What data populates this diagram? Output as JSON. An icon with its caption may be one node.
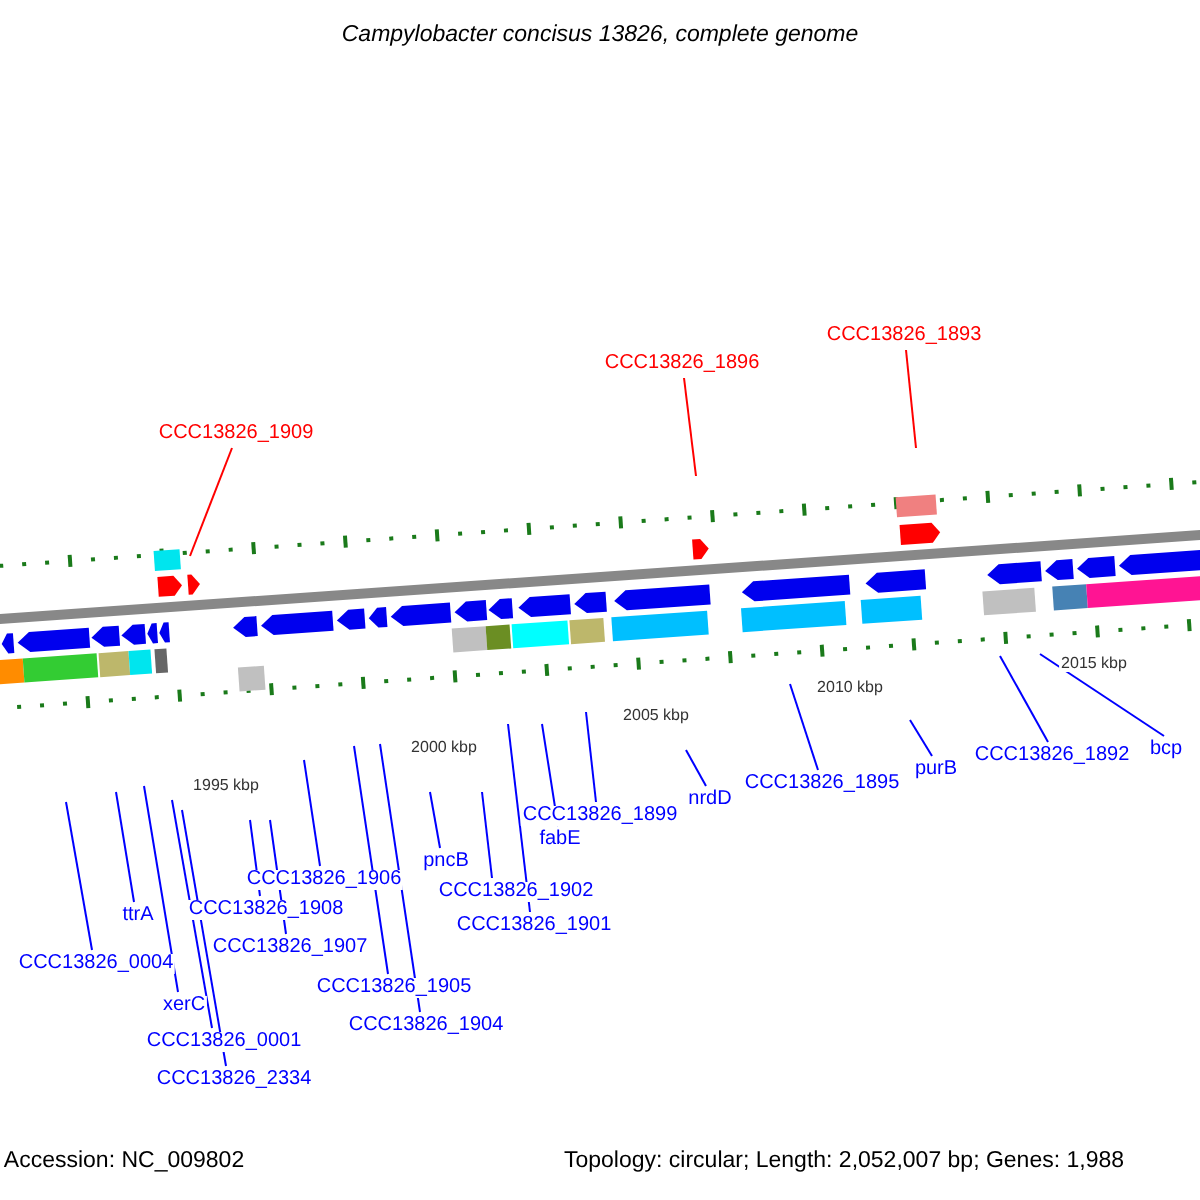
{
  "diagram": {
    "title": "Campylobacter concisus 13826, complete genome",
    "nodes": [
      {
        "text": [
          "CCC13826_1909"
        ]
      },
      {
        "text": [
          "CCC13826_1896"
        ]
      },
      {
        "text": [
          "CCC13826_1893"
        ]
      },
      {
        "text": [
          "CCC13826_0004"
        ]
      },
      {
        "text": [
          "ttrA"
        ]
      },
      {
        "text": [
          "xerC"
        ]
      },
      {
        "text": [
          "CCC13826_0001"
        ]
      },
      {
        "text": [
          "CCC13826_2334"
        ]
      },
      {
        "text": [
          "CCC13826_1908"
        ]
      },
      {
        "text": [
          "CCC13826_1907"
        ]
      },
      {
        "text": [
          "CCC13826_1906"
        ]
      },
      {
        "text": [
          "CCC13826_1905"
        ]
      },
      {
        "text": [
          "CCC13826_1904"
        ]
      },
      {
        "text": [
          "pncB"
        ]
      },
      {
        "text": [
          "CCC13826_1902"
        ]
      },
      {
        "text": [
          "CCC13826_1901"
        ]
      },
      {
        "text": [
          "fabE"
        ]
      },
      {
        "text": [
          "CCC13826_1899"
        ]
      },
      {
        "text": [
          "nrdD"
        ]
      },
      {
        "text": [
          "CCC13826_1895"
        ]
      },
      {
        "text": [
          "purB"
        ]
      },
      {
        "text": [
          "CCC13826_1892"
        ]
      },
      {
        "text": [
          "bcp"
        ]
      }
    ],
    "edges": [
      {
        "from": 0,
        "to": null,
        "arrow": "none",
        "color": "#ff0000"
      },
      {
        "from": 1,
        "to": null,
        "arrow": "none",
        "color": "#ff0000"
      },
      {
        "from": 2,
        "to": null,
        "arrow": "none",
        "color": "#ff0000"
      },
      {
        "from": 3,
        "to": null,
        "arrow": "none"
      },
      {
        "from": 4,
        "to": null,
        "arrow": "none"
      },
      {
        "from": 5,
        "to": null,
        "arrow": "none"
      },
      {
        "from": 6,
        "to": null,
        "arrow": "none"
      },
      {
        "from": 7,
        "to": null,
        "arrow": "none"
      },
      {
        "from": 8,
        "to": null,
        "arrow": "none"
      },
      {
        "from": 9,
        "to": null,
        "arrow": "none"
      },
      {
        "from": 10,
        "to": null,
        "arrow": "none"
      },
      {
        "from": 11,
        "to": null,
        "arrow": "none"
      },
      {
        "from": 12,
        "to": null,
        "arrow": "none"
      },
      {
        "from": 13,
        "to": null,
        "arrow": "none"
      },
      {
        "from": 14,
        "to": null,
        "arrow": "none"
      },
      {
        "from": 15,
        "to": null,
        "arrow": "none"
      },
      {
        "from": 16,
        "to": null,
        "arrow": "none"
      },
      {
        "from": 17,
        "to": null,
        "arrow": "none"
      },
      {
        "from": 18,
        "to": null,
        "arrow": "none"
      },
      {
        "from": 19,
        "to": null,
        "arrow": "none"
      },
      {
        "from": 20,
        "to": null,
        "arrow": "none"
      },
      {
        "from": 21,
        "to": null,
        "arrow": "none"
      },
      {
        "from": 22,
        "to": null,
        "arrow": "none"
      }
    ],
    "labels": [
      "1995 kbp",
      "2000 kbp",
      "2005 kbp",
      "2010 kbp",
      "2015 kbp",
      "Accession: NC_009802",
      "Topology: circular; Length: 2,052,007 bp; Genes: 1,988"
    ]
  }
}
